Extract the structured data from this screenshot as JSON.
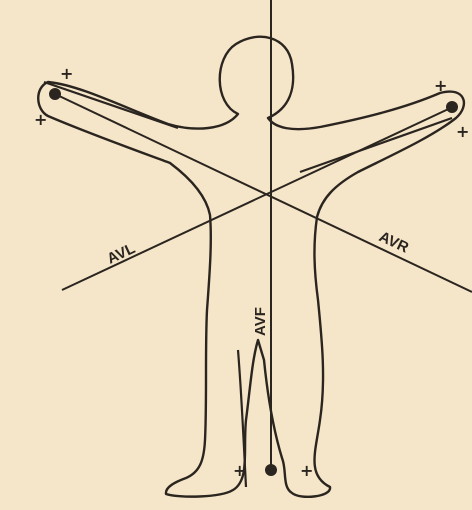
{
  "figure": {
    "background_color": "#f6e6c9",
    "ink_color": "#2b2520",
    "axis_labels": {
      "avl": "AVL",
      "avr": "AVR",
      "avf": "AVF"
    },
    "polarity_marks": {
      "left_arm_top": "+",
      "left_arm_bottom": "+",
      "right_arm_top": "+",
      "right_arm_bottom": "+",
      "left_foot": "+",
      "right_foot": "+"
    }
  }
}
